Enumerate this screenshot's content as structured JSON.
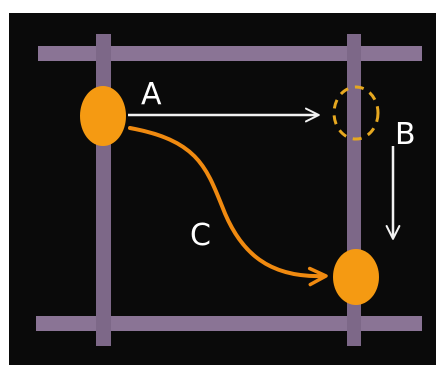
{
  "labels": {
    "a": "A",
    "b": "B",
    "c": "C"
  },
  "colors": {
    "background": "#0a0a0a",
    "rail": "#8a7495",
    "rail_dark": "#6f5c78",
    "dot": "#f59a12",
    "dot_outline": "#e6a820",
    "arrow_white": "#f2f2f2",
    "arrow_orange": "#f08a10"
  }
}
